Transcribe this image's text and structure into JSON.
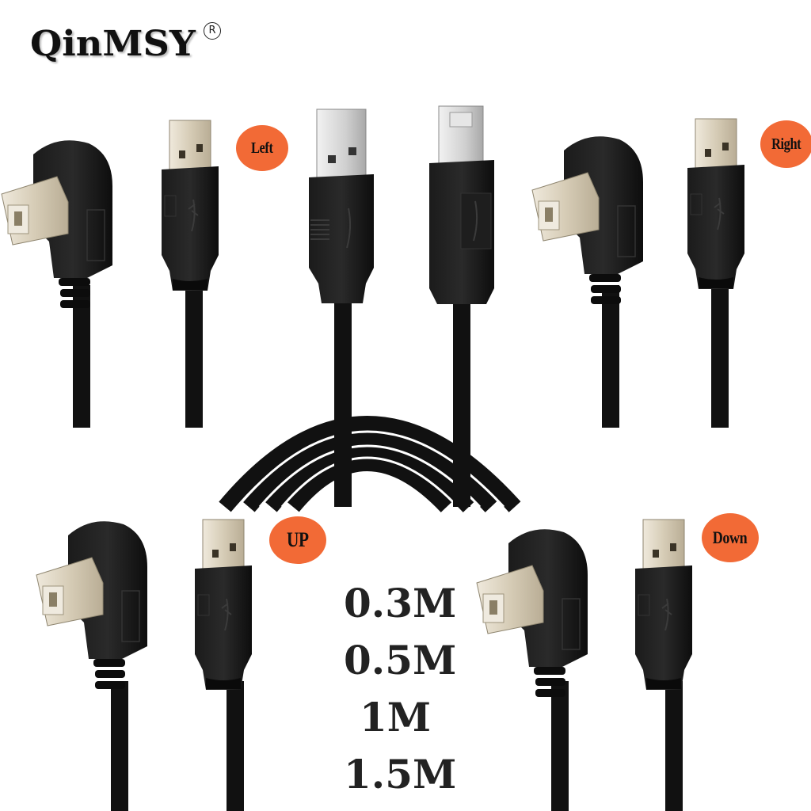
{
  "brand": {
    "name": "QinMSY",
    "registered_mark": "R"
  },
  "badges": {
    "left": "Left",
    "right": "Right",
    "up": "UP",
    "down": "Down",
    "color": "#f26a36"
  },
  "lengths": [
    "0.3M",
    "0.5M",
    "1M",
    "1.5M"
  ],
  "products": [
    {
      "variant": "Left",
      "connectors": [
        "usb-b-angled-icon",
        "usb-a-icon"
      ]
    },
    {
      "variant": "Straight",
      "connectors": [
        "usb-a-icon",
        "usb-b-icon"
      ]
    },
    {
      "variant": "Right",
      "connectors": [
        "usb-b-angled-icon",
        "usb-a-icon"
      ]
    },
    {
      "variant": "UP",
      "connectors": [
        "usb-b-angled-icon",
        "usb-a-icon"
      ]
    },
    {
      "variant": "Down",
      "connectors": [
        "usb-b-angled-icon",
        "usb-a-icon"
      ]
    }
  ],
  "colors": {
    "cable": "#111111",
    "metal": "#d8cfbd",
    "background": "#ffffff"
  }
}
